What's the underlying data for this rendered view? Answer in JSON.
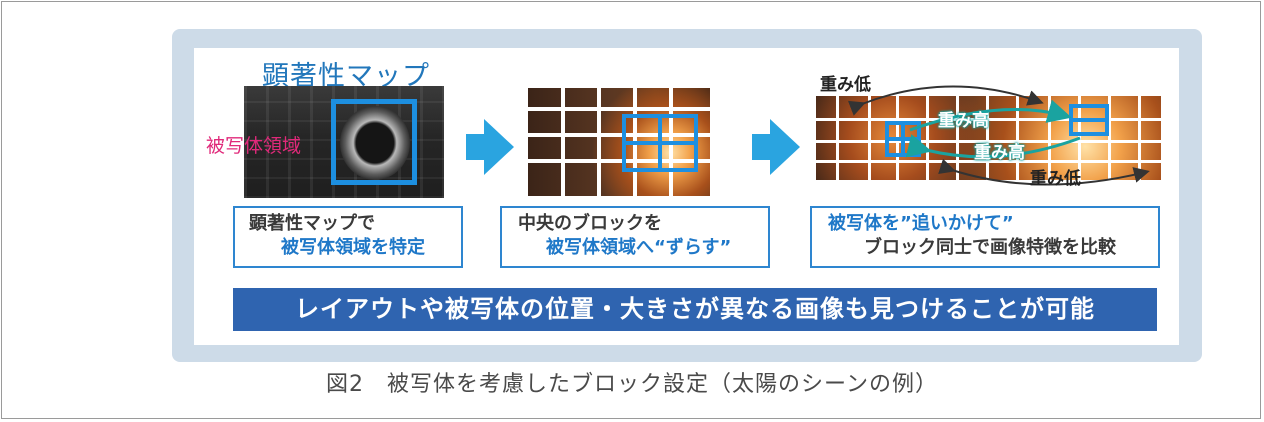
{
  "panel1": {
    "title": "顕著性マップ",
    "subject_label": "被写体領域",
    "caption_line1": "顕著性マップで",
    "caption_line2": "被写体領域を特定"
  },
  "panel2": {
    "caption_line1": "中央のブロックを",
    "caption_line2": "被写体領域へ“ずらす”"
  },
  "panel3": {
    "weight_low_top": "重み低",
    "weight_high_1": "重み高",
    "weight_high_2": "重み高",
    "weight_low_bottom": "重み低",
    "caption_line1": "被写体を”追いかけて”",
    "caption_line2": "ブロック同士で画像特徴を比較"
  },
  "banner": "レイアウトや被写体の位置・大きさが異なる画像も見つけることが可能",
  "figure_caption": "図2　被写体を考慮したブロック設定（太陽のシーンの例）",
  "colors": {
    "accent_blue": "#1d8fe0",
    "banner_blue": "#2f64b0",
    "panel_bg": "#cddbe8",
    "subject_pink": "#e0297a",
    "high_weight_teal": "#1aa3a0"
  }
}
